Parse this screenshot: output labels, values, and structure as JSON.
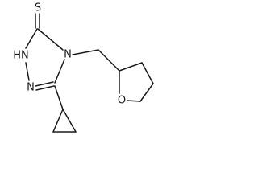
{
  "molecule": {
    "atoms": {
      "sulfur": "S",
      "nh_nitrogen": "HN",
      "n4_nitrogen": "N",
      "n_ring_nitrogen": "N",
      "oxygen": "O"
    }
  }
}
